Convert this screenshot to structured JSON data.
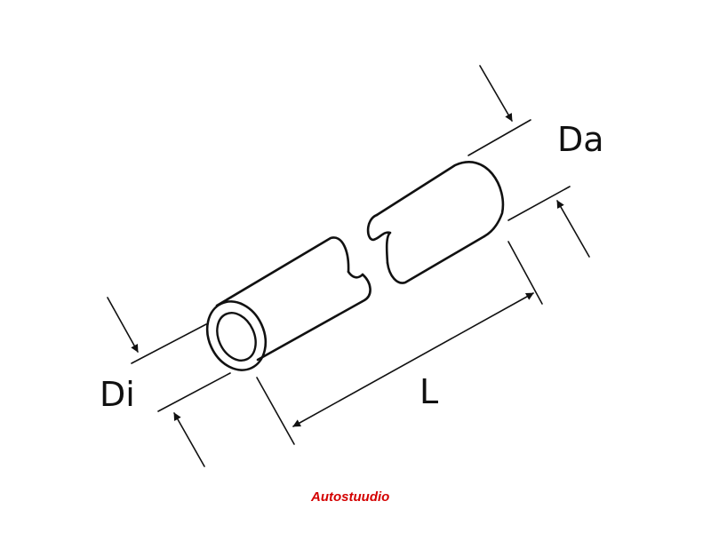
{
  "labels": {
    "outer_diameter": "Da",
    "inner_diameter": "Di",
    "length": "L"
  },
  "watermark": "Autostuudio",
  "colors": {
    "line": "#111111",
    "watermark": "#d40000",
    "background": "#ffffff"
  }
}
